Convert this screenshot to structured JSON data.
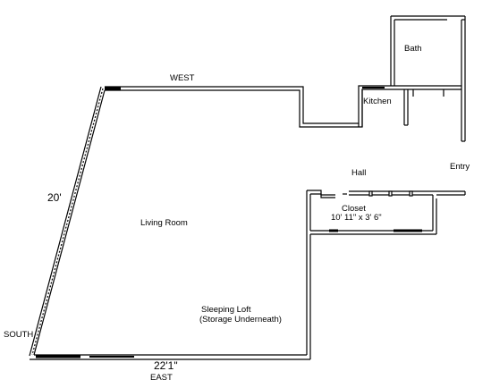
{
  "plan": {
    "directions": {
      "west": "WEST",
      "east": "EAST",
      "south": "SOUTH"
    },
    "dimensions": {
      "diagonal_wall": "20'",
      "east_wall": "22'1\""
    },
    "rooms": {
      "living_room": "Living Room",
      "kitchen": "Kitchen",
      "bath": "Bath",
      "hall": "Hall",
      "entry": "Entry",
      "closet": "Closet",
      "closet_size": "10' 11\" x 3' 6\"",
      "sleeping_loft_line1": "Sleeping Loft",
      "sleeping_loft_line2": "(Storage Underneath)"
    },
    "colors": {
      "wall": "#000000",
      "background": "#ffffff"
    }
  }
}
